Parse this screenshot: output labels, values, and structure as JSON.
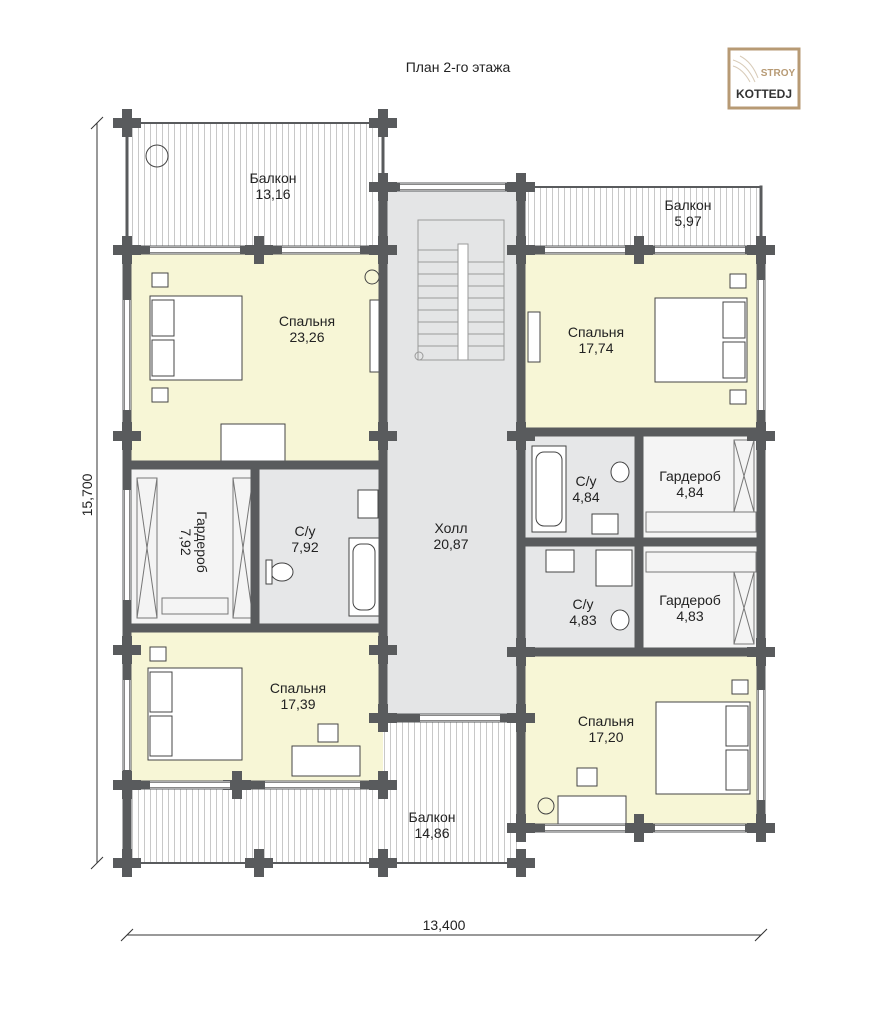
{
  "title": "План 2-го этажа",
  "logo": {
    "line1": "STROY",
    "line2": "KOTTEDJ",
    "color": "#b79a74"
  },
  "rooms": [
    {
      "name": "Балкон",
      "area": "13,16"
    },
    {
      "name": "Балкон",
      "area": "5,97"
    },
    {
      "name": "Спальня",
      "area": "23,26"
    },
    {
      "name": "Спальня",
      "area": "17,74"
    },
    {
      "name": "С/у",
      "area": "4,84"
    },
    {
      "name": "Гардероб",
      "area": "4,84"
    },
    {
      "name": "Гардероб",
      "area": "7,92"
    },
    {
      "name": "С/у",
      "area": "7,92"
    },
    {
      "name": "Холл",
      "area": "20,87"
    },
    {
      "name": "С/у",
      "area": "4,83"
    },
    {
      "name": "Гардероб",
      "area": "4,83"
    },
    {
      "name": "Спальня",
      "area": "17,39"
    },
    {
      "name": "Спальня",
      "area": "17,20"
    },
    {
      "name": "Балкон",
      "area": "14,86"
    }
  ],
  "dimensions": {
    "height": "15,700",
    "width": "13,400"
  },
  "colors": {
    "wall": "#595b5d",
    "bedroom": "#f7f6d6",
    "wet": "#e6e7e8",
    "hall": "#e4e5e6",
    "wardrobe": "#f2f2f2"
  }
}
